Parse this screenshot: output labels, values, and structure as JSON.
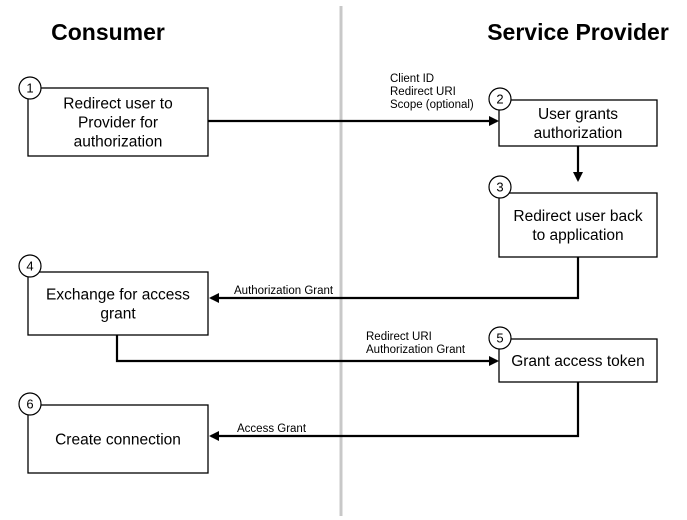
{
  "lanes": {
    "left": "Consumer",
    "right": "Service Provider"
  },
  "steps": [
    {
      "number": "1",
      "lines": [
        "Redirect user to",
        "Provider for",
        "authorization"
      ]
    },
    {
      "number": "2",
      "lines": [
        "User grants",
        "authorization"
      ]
    },
    {
      "number": "3",
      "lines": [
        "Redirect user back",
        "to application"
      ]
    },
    {
      "number": "4",
      "lines": [
        "Exchange for access",
        "grant"
      ]
    },
    {
      "number": "5",
      "lines": [
        "Grant access token"
      ]
    },
    {
      "number": "6",
      "lines": [
        "Create connection"
      ]
    }
  ],
  "messages": [
    {
      "from": "1",
      "to": "2",
      "lines": [
        "Client ID",
        "Redirect URI",
        "Scope (optional)"
      ]
    },
    {
      "from": "2",
      "to": "3",
      "lines": []
    },
    {
      "from": "3",
      "to": "4",
      "lines": [
        "Authorization Grant"
      ]
    },
    {
      "from": "4",
      "to": "5",
      "lines": [
        "Redirect URI",
        "Authorization Grant"
      ]
    },
    {
      "from": "5",
      "to": "6",
      "lines": [
        "Access Grant"
      ]
    }
  ]
}
